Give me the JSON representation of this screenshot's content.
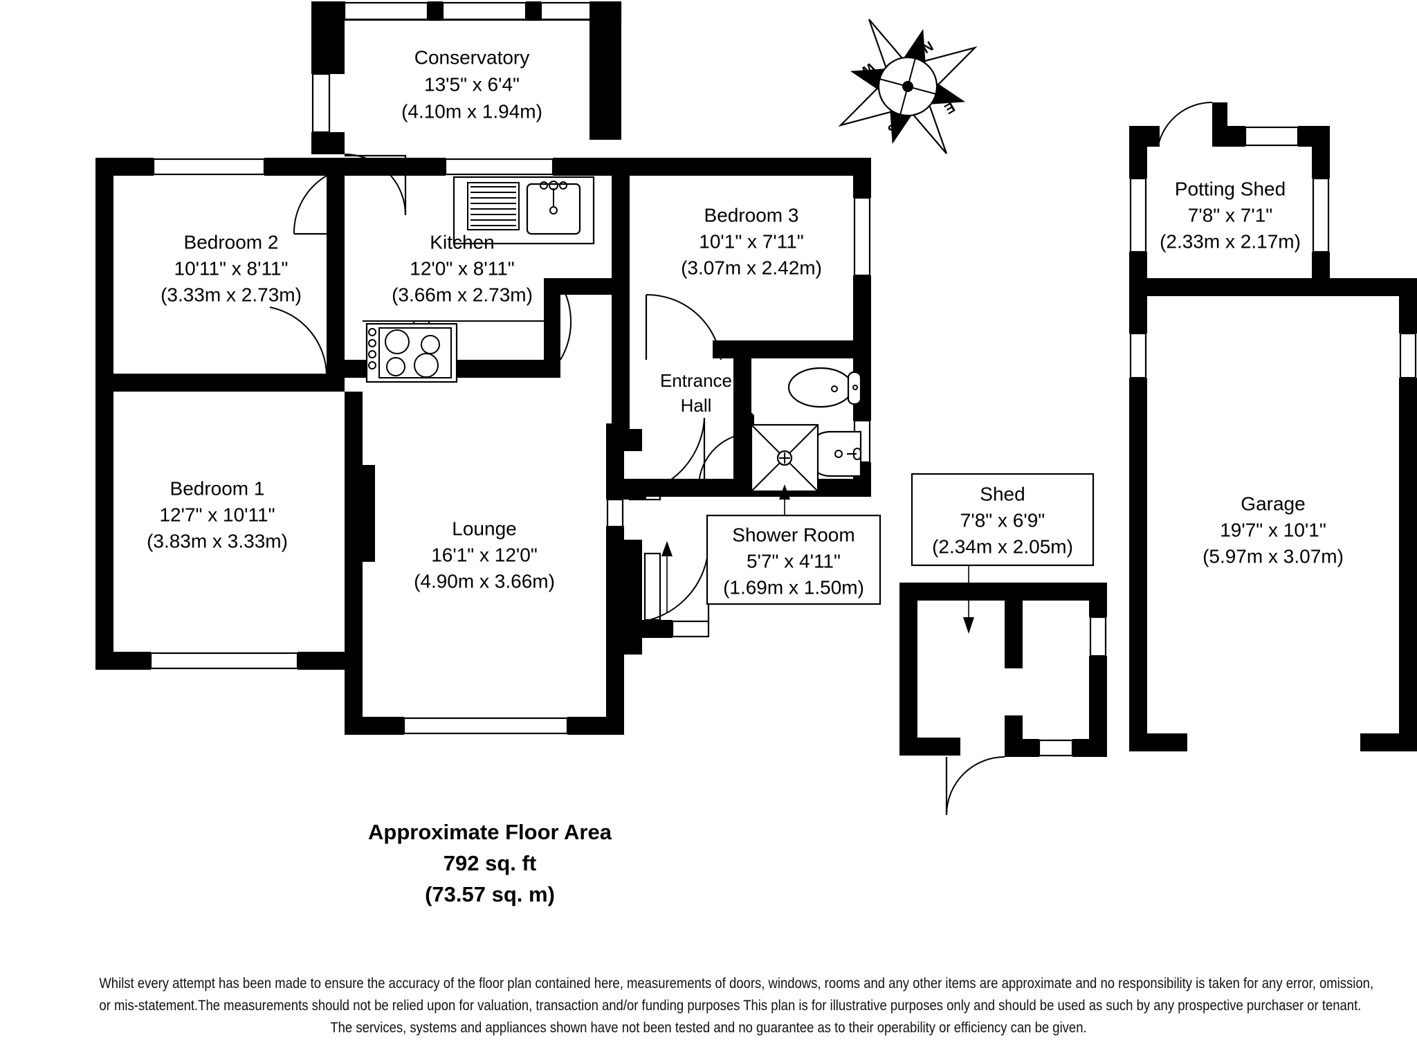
{
  "document": {
    "type": "floor-plan",
    "title": "Approximate Floor Area",
    "area_sqft": "792 sq. ft",
    "area_sqm": "(73.57 sq. m)"
  },
  "compass": {
    "name": "compass-rose",
    "north": "N",
    "east": "E",
    "south": "S",
    "west": "W"
  },
  "rooms": [
    {
      "key": "conservatory",
      "name": "Conservatory",
      "imperial": "13'5\" x 6'4\"",
      "metric": "(4.10m x 1.94m)"
    },
    {
      "key": "bedroom2",
      "name": "Bedroom 2",
      "imperial": "10'11\" x 8'11\"",
      "metric": "(3.33m x 2.73m)"
    },
    {
      "key": "kitchen",
      "name": "Kitchen",
      "imperial": "12'0\" x 8'11\"",
      "metric": "(3.66m x 2.73m)"
    },
    {
      "key": "bedroom3",
      "name": "Bedroom 3",
      "imperial": "10'1\" x 7'11\"",
      "metric": "(3.07m x 2.42m)"
    },
    {
      "key": "bedroom1",
      "name": "Bedroom 1",
      "imperial": "12'7\" x 10'11\"",
      "metric": "(3.83m x 3.33m)"
    },
    {
      "key": "lounge",
      "name": "Lounge",
      "imperial": "16'1\" x 12'0\"",
      "metric": "(4.90m x 3.66m)"
    },
    {
      "key": "entrancehall",
      "name_line1": "Entrance",
      "name_line2": "Hall"
    },
    {
      "key": "showerroom",
      "name": "Shower Room",
      "imperial": "5'7\" x 4'11\"",
      "metric": "(1.69m x 1.50m)"
    },
    {
      "key": "shed",
      "name": "Shed",
      "imperial": "7'8\" x 6'9\"",
      "metric": "(2.34m x 2.05m)"
    },
    {
      "key": "pottingshed",
      "name": "Potting Shed",
      "imperial": "7'8\" x 7'1\"",
      "metric": "(2.33m x 2.17m)"
    },
    {
      "key": "garage",
      "name": "Garage",
      "imperial": "19'7\" x 10'1\"",
      "metric": "(5.97m x 3.07m)"
    }
  ],
  "fixtures": [
    {
      "name": "kitchen-sink-with-drainer"
    },
    {
      "name": "kitchen-hob"
    },
    {
      "name": "toilet"
    },
    {
      "name": "wash-basin"
    },
    {
      "name": "shower-tray"
    },
    {
      "name": "radiator"
    }
  ],
  "disclaimer": {
    "line1": "Whilst every attempt has been made to ensure the accuracy of the floor plan contained here, measurements of doors, windows, rooms and any other items are approximate and no responsibility is taken for any error, omission,",
    "line2": "or mis-statement.The measurements should not be relied upon for valuation, transaction and/or funding purposes This plan is for illustrative purposes only and should be used as such by any prospective purchaser or tenant.",
    "line3": "The services, systems and appliances shown have not been tested and no guarantee as to their operability or efficiency can be given."
  },
  "colors": {
    "wall": "#000000",
    "background": "#ffffff",
    "text": "#000000"
  }
}
